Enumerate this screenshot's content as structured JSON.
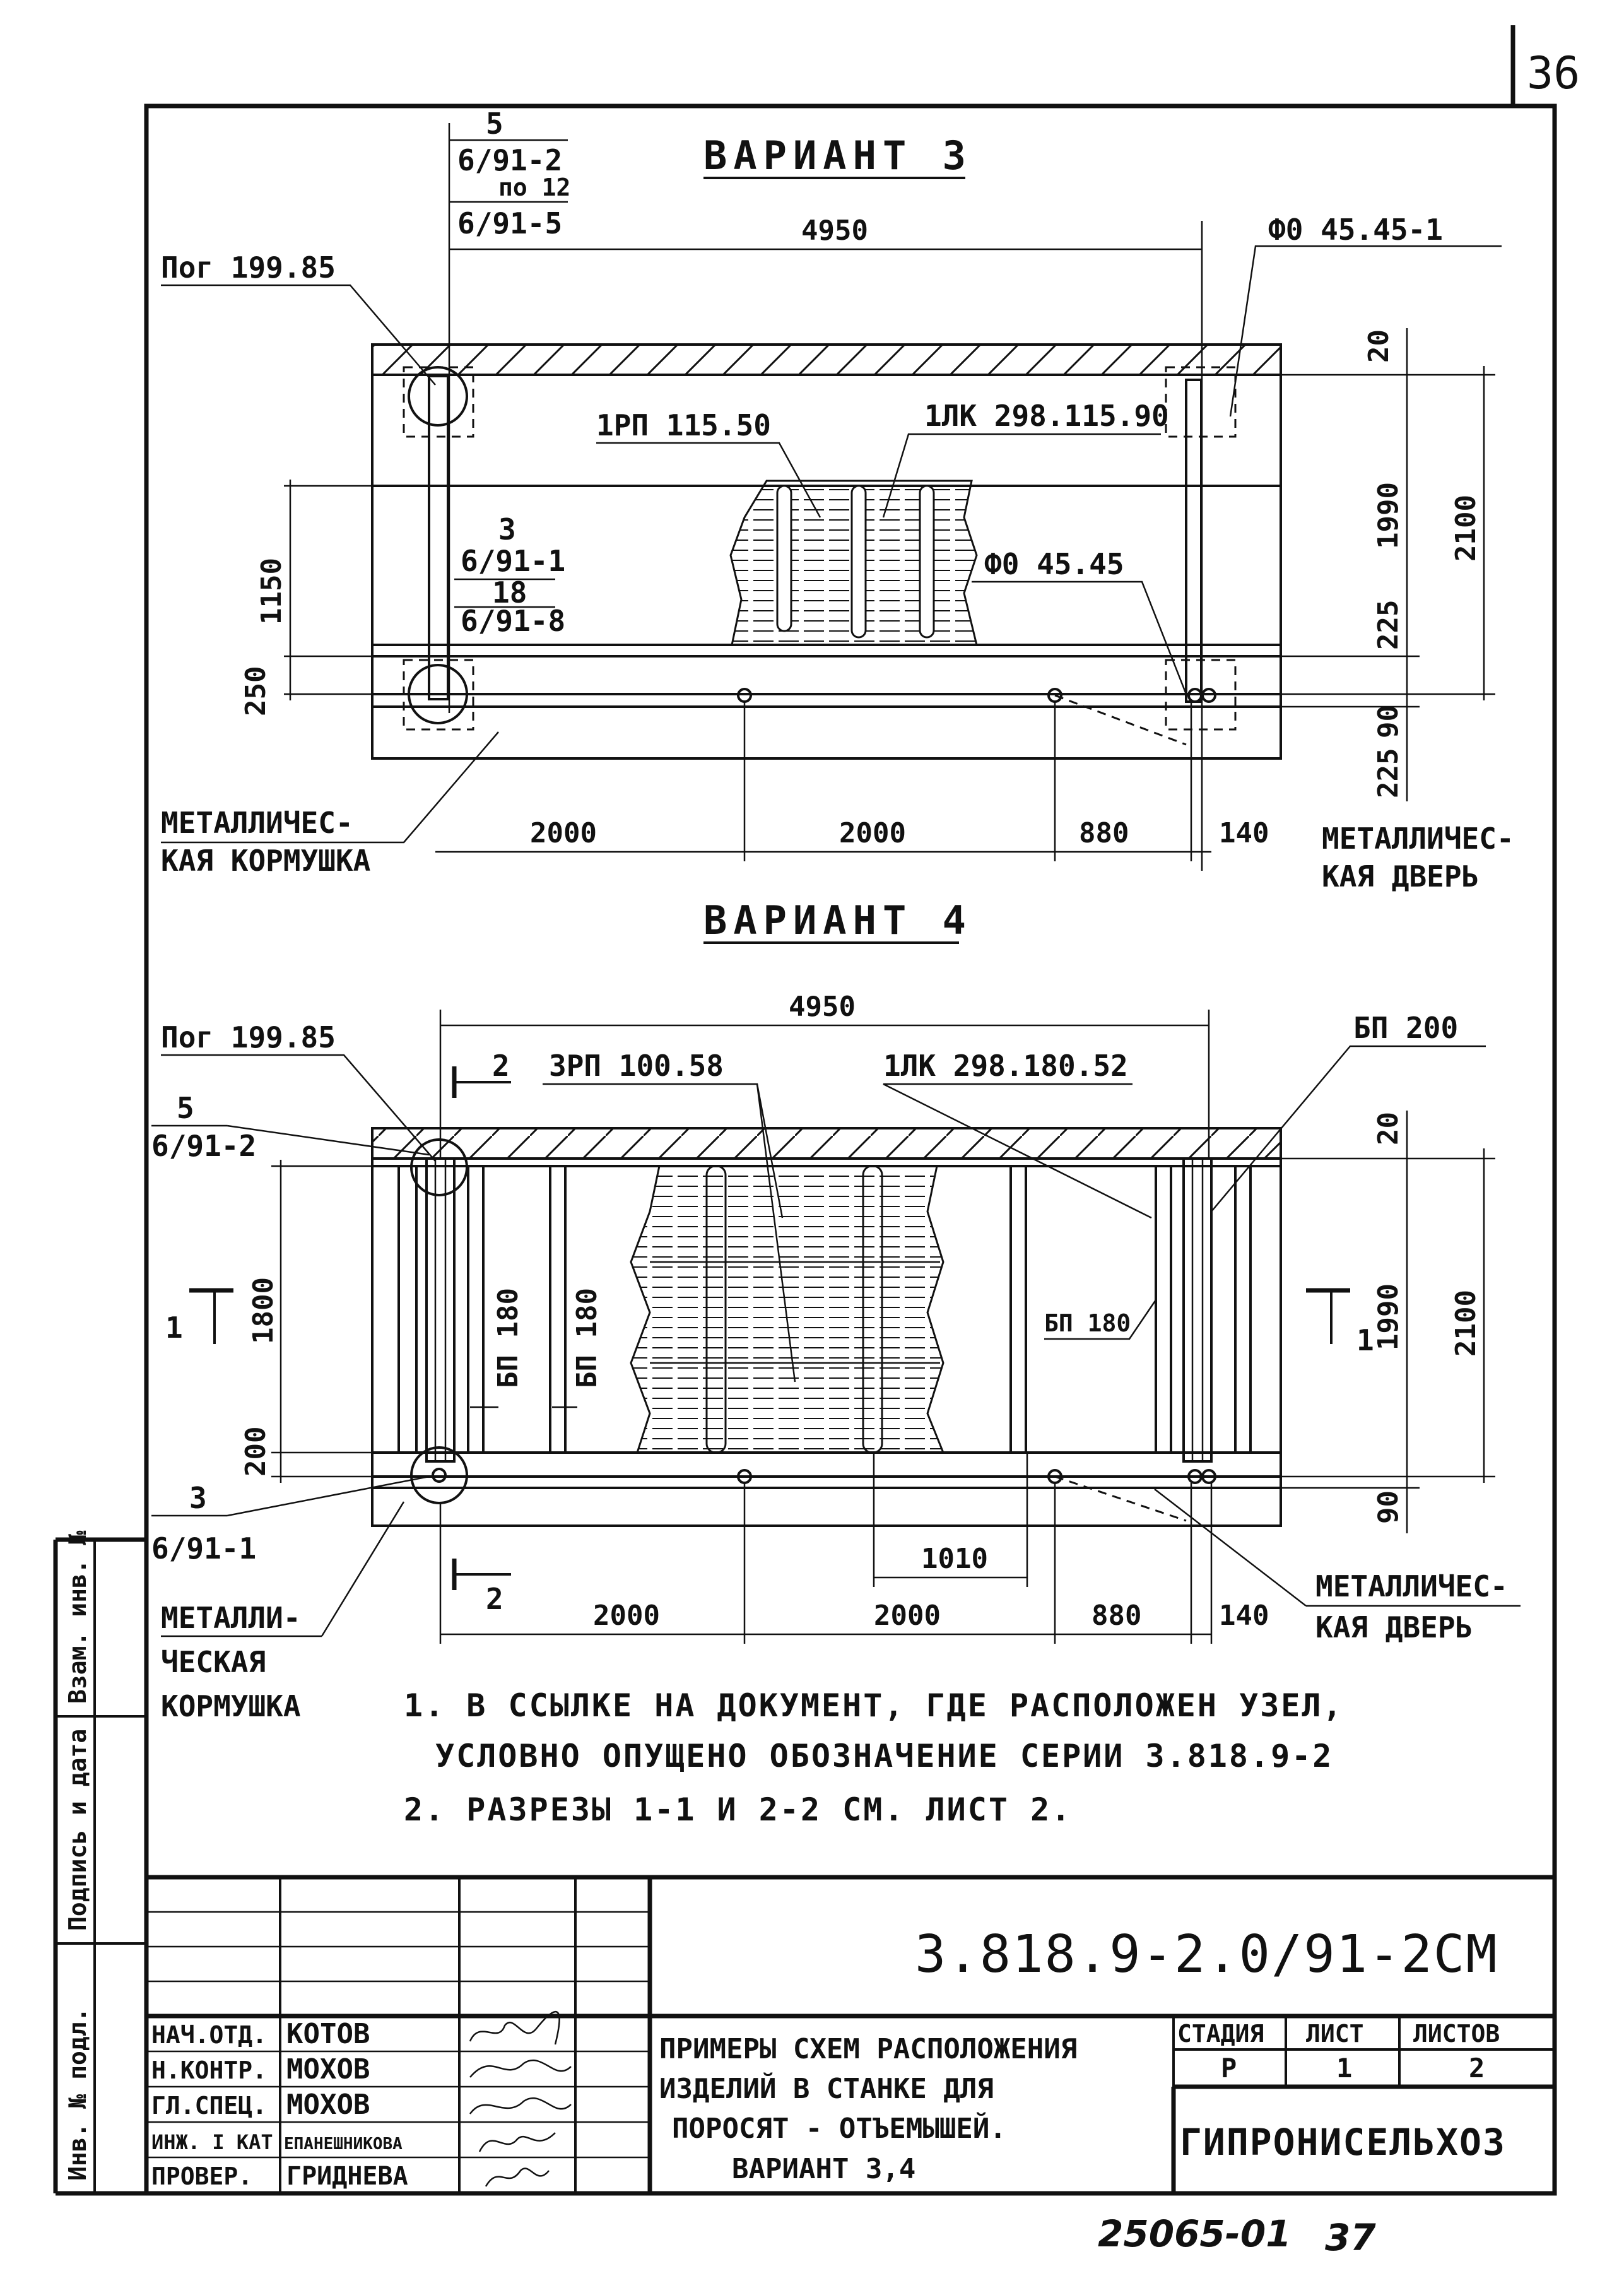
{
  "sheet_no": "36",
  "variant3": {
    "title": "ВАРИАНТ 3",
    "top_ref_num": "5",
    "top_ref_a": "6/91-2",
    "top_ref_b": "по 12",
    "top_ref_c": "6/91-5",
    "pog": "Пог 199.85",
    "fo_top": "Ф0 45.45-1",
    "rp": "1РП 115.50",
    "lk": "1ЛК 298.115.90",
    "fo_mid": "Ф0 45.45",
    "mid_ref_num": "3",
    "mid_ref_a": "6/91-1",
    "mid_ref_b": "18",
    "mid_ref_c": "6/91-8",
    "dims": {
      "len": "4950",
      "h1150": "1150",
      "h250": "250",
      "h20": "20",
      "h1990": "1990",
      "h2100": "2100",
      "h225a": "225",
      "h90": "90",
      "h225b": "225",
      "d2000a": "2000",
      "d2000b": "2000",
      "d880": "880",
      "d140": "140"
    },
    "feeder_a": "МЕТАЛЛИЧЕС-",
    "feeder_b": "КАЯ КОРМУШКА",
    "door_a": "МЕТАЛЛИЧЕС-",
    "door_b": "КАЯ ДВЕРЬ"
  },
  "variant4": {
    "title": "ВАРИАНТ 4",
    "pog": "Пог 199.85",
    "bp200": "БП 200",
    "rp": "3РП 100.58",
    "lk": "1ЛК 298.180.52",
    "ref5_num": "5",
    "ref5": "6/91-2",
    "ref3_num": "3",
    "ref3": "6/91-1",
    "bp180a": "БП 180",
    "bp180b": "БП 180",
    "bp180c": "БП 180",
    "sec1": "1",
    "sec2": "2",
    "dims": {
      "len": "4950",
      "h1800": "1800",
      "h200": "200",
      "h20": "20",
      "h1990": "1990",
      "h2100": "2100",
      "h90": "90",
      "d1010": "1010",
      "d2000a": "2000",
      "d2000b": "2000",
      "d880": "880",
      "d140": "140"
    },
    "feeder_a": "МЕТАЛЛИ-",
    "feeder_b": "ЧЕСКАЯ",
    "feeder_c": "КОРМУШКА",
    "door_a": "МЕТАЛЛИЧЕС-",
    "door_b": "КАЯ ДВЕРЬ"
  },
  "notes": {
    "n1a": "1. В ССЫЛКЕ НА ДОКУМЕНТ, ГДЕ РАСПОЛОЖЕН УЗЕЛ,",
    "n1b": "УСЛОВНО ОПУЩЕНО ОБОЗНАЧЕНИЕ СЕРИИ 3.818.9-2",
    "n2": "2. РАЗРЕЗЫ 1-1 И 2-2 СМ. ЛИСТ 2."
  },
  "side_stamp": {
    "inv": "Инв. № подл.",
    "sign": "Подпись и дата",
    "vzam": "Взам. инв. №"
  },
  "title_block": {
    "code": "3.818.9-2.0/91-2СМ",
    "roles": [
      "НАЧ.ОТД.",
      "Н.КОНТР.",
      "ГЛ.СПЕЦ.",
      "ИНЖ. I КАТ",
      "ПРОВЕР."
    ],
    "names": [
      "КОТОВ",
      "МОХОВ",
      "МОХОВ",
      "ЕПАНЕШНИКОВА",
      "ГРИДНЕВА"
    ],
    "desc": [
      "ПРИМЕРЫ СХЕМ РАСПОЛОЖЕНИЯ",
      "ИЗДЕЛИЙ В СТАНКЕ ДЛЯ",
      "ПОРОСЯТ - ОТЪЕМЫШЕЙ.",
      "ВАРИАНТ 3,4"
    ],
    "stage_h": "СТАДИЯ",
    "sheet_h": "ЛИСТ",
    "sheets_h": "ЛИСТОВ",
    "stage": "Р",
    "sheet": "1",
    "sheets": "2",
    "org": "ГИПРОНИСЕЛЬХОЗ"
  },
  "footer": {
    "archive": "25065-01",
    "page": "37"
  }
}
